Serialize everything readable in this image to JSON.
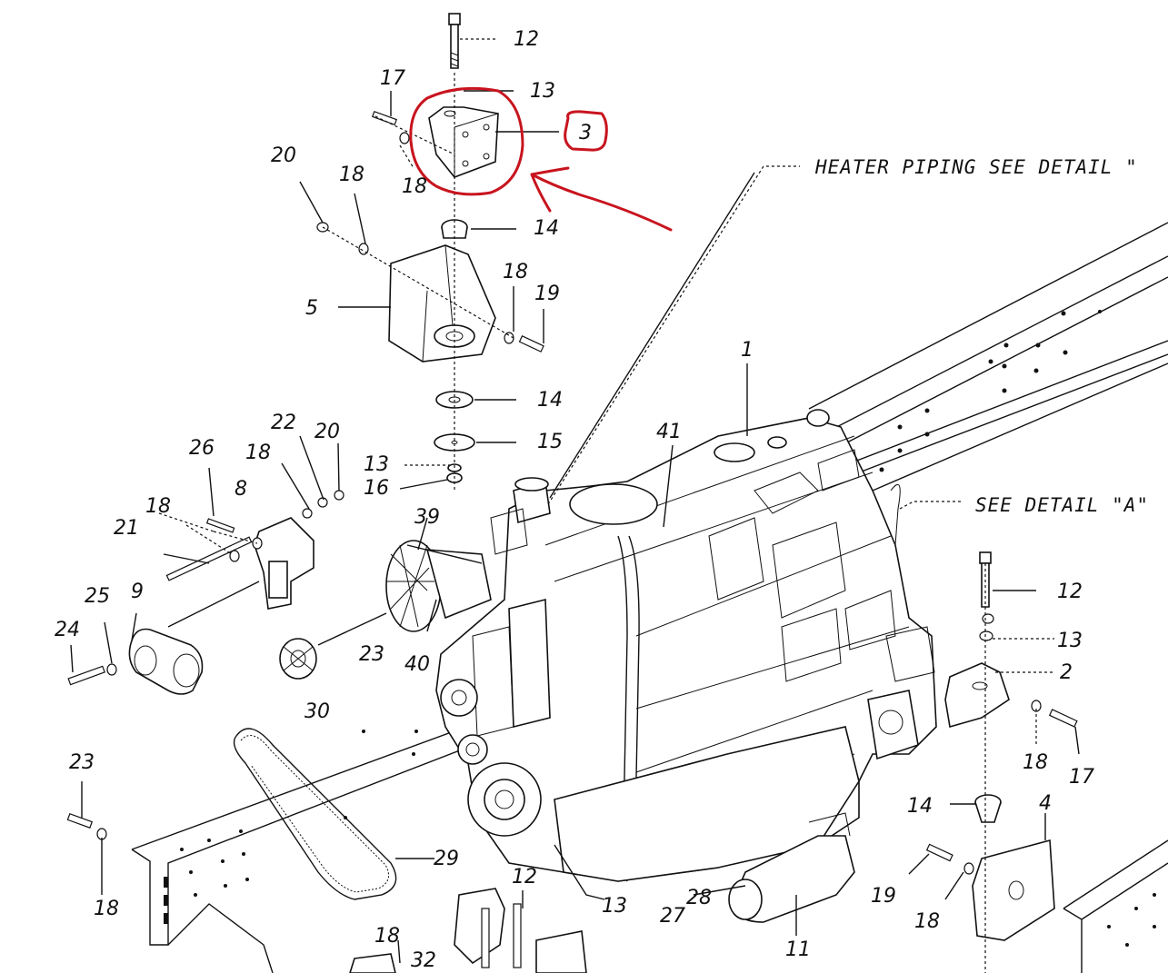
{
  "labels": [
    {
      "id": "l12a",
      "text": "12"
    },
    {
      "id": "l13a",
      "text": "13"
    },
    {
      "id": "l17a",
      "text": "17"
    },
    {
      "id": "l3",
      "text": "3"
    },
    {
      "id": "l20a",
      "text": "20"
    },
    {
      "id": "l18a",
      "text": "18"
    },
    {
      "id": "l18b",
      "text": "18"
    },
    {
      "id": "l14a",
      "text": "14"
    },
    {
      "id": "l18c",
      "text": "18"
    },
    {
      "id": "l19a",
      "text": "19"
    },
    {
      "id": "l5",
      "text": "5"
    },
    {
      "id": "l14b",
      "text": "14"
    },
    {
      "id": "l15",
      "text": "15"
    },
    {
      "id": "l1",
      "text": "1"
    },
    {
      "id": "l41",
      "text": "41"
    },
    {
      "id": "l26",
      "text": "26"
    },
    {
      "id": "l22",
      "text": "22"
    },
    {
      "id": "l20b",
      "text": "20"
    },
    {
      "id": "l18d",
      "text": "18"
    },
    {
      "id": "l13b",
      "text": "13"
    },
    {
      "id": "l16",
      "text": "16"
    },
    {
      "id": "l8",
      "text": "8"
    },
    {
      "id": "l18e",
      "text": "18"
    },
    {
      "id": "l21",
      "text": "21"
    },
    {
      "id": "l39",
      "text": "39"
    },
    {
      "id": "l25",
      "text": "25"
    },
    {
      "id": "l9",
      "text": "9"
    },
    {
      "id": "l24",
      "text": "24"
    },
    {
      "id": "l23a",
      "text": "23"
    },
    {
      "id": "l40",
      "text": "40"
    },
    {
      "id": "l30",
      "text": "30"
    },
    {
      "id": "l12b",
      "text": "12"
    },
    {
      "id": "l13c",
      "text": "13"
    },
    {
      "id": "l2",
      "text": "2"
    },
    {
      "id": "l18f",
      "text": "18"
    },
    {
      "id": "l17b",
      "text": "17"
    },
    {
      "id": "l14c",
      "text": "14"
    },
    {
      "id": "l4",
      "text": "4"
    },
    {
      "id": "l23b",
      "text": "23"
    },
    {
      "id": "l29",
      "text": "29"
    },
    {
      "id": "l18g",
      "text": "18"
    },
    {
      "id": "l12c",
      "text": "12"
    },
    {
      "id": "l13d",
      "text": "13"
    },
    {
      "id": "l28",
      "text": "28"
    },
    {
      "id": "l27",
      "text": "27"
    },
    {
      "id": "l11",
      "text": "11"
    },
    {
      "id": "l19b",
      "text": "19"
    },
    {
      "id": "l18h",
      "text": "18"
    },
    {
      "id": "l18i",
      "text": "18"
    },
    {
      "id": "l32",
      "text": "32"
    }
  ],
  "callouts": {
    "heater_piping": "HEATER PIPING SEE DETAIL \"",
    "see_detail_a": "SEE DETAIL \"A\""
  },
  "highlight": {
    "color": "#c8141e",
    "part_number": "3"
  }
}
